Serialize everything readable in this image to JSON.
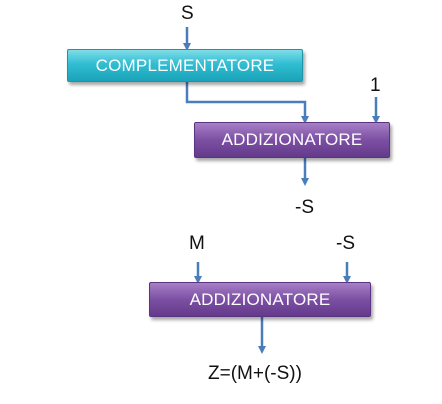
{
  "inputs": {
    "s_top": "S",
    "one": "1",
    "m": "M",
    "neg_s_in": "-S"
  },
  "blocks": {
    "complementatore": "COMPLEMENTATORE",
    "addizionatore_1": "ADDIZIONATORE",
    "addizionatore_2": "ADDIZIONATORE"
  },
  "outputs": {
    "neg_s_out": "-S",
    "z_result": "Z=(M+(-S))"
  },
  "colors": {
    "arrow": "#4a7ebb",
    "teal_block": "#31bdd2",
    "purple_block": "#7c4fa3"
  }
}
